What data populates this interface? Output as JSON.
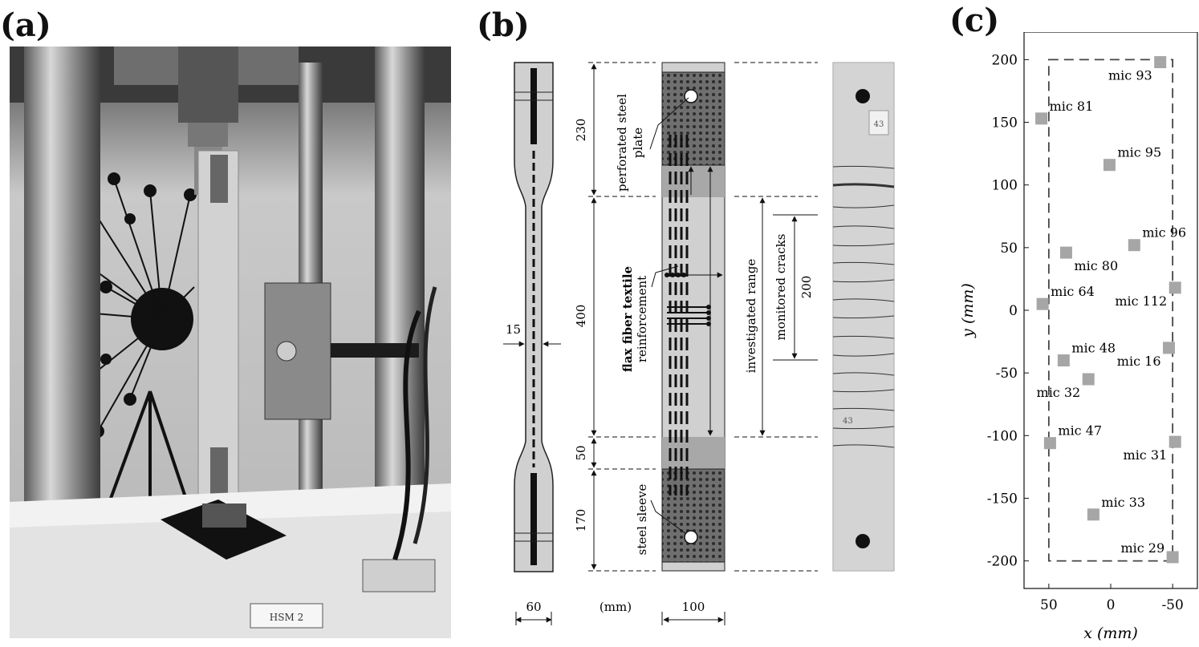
{
  "panels": {
    "a": {
      "label": "(a)",
      "photo_label": "HSM 2"
    },
    "b": {
      "label": "(b)",
      "dims": {
        "d230": "230",
        "d400": "400",
        "d50": "50",
        "d170": "170",
        "d15": "15",
        "d60": "60",
        "unit": "(mm)",
        "d100": "100",
        "d200": "200"
      },
      "annotations": {
        "perforated_1": "perforated steel",
        "perforated_2": "plate",
        "flax_1": "flax fiber textile",
        "flax_2": "reinforcement",
        "steel_sleeve": "steel sleeve",
        "investigated": "investigated range",
        "monitored": "monitored cracks",
        "specimen_mark_top": "43",
        "specimen_mark_mid": "43"
      }
    },
    "c": {
      "label": "(c)"
    }
  },
  "chart_data": {
    "type": "scatter",
    "xlabel": "x (mm)",
    "ylabel": "y (mm)",
    "xlim": [
      70,
      -70
    ],
    "ylim": [
      -222,
      222
    ],
    "xticks": [
      50,
      0,
      -50
    ],
    "xtick_labels": [
      "50",
      "0",
      "-50"
    ],
    "yticks": [
      200,
      150,
      100,
      50,
      0,
      -50,
      -100,
      -150,
      -200
    ],
    "ytick_labels": [
      "200",
      "150",
      "100",
      "50",
      "0",
      "-50",
      "-100",
      "-150",
      "-200"
    ],
    "grid": false,
    "reference_box": {
      "x": [
        50,
        -50
      ],
      "y": [
        -200,
        200
      ],
      "style": "dashed"
    },
    "marker": {
      "shape": "square",
      "color": "#a6a6a6"
    },
    "points": [
      {
        "label": "mic 93",
        "x": -40,
        "y": 198,
        "label_side": "below-left"
      },
      {
        "label": "mic 81",
        "x": 56,
        "y": 153,
        "label_side": "above-right"
      },
      {
        "label": "mic 95",
        "x": 1,
        "y": 116,
        "label_side": "above-right"
      },
      {
        "label": "mic 96",
        "x": -19,
        "y": 52,
        "label_side": "above-right"
      },
      {
        "label": "mic 80",
        "x": 36,
        "y": 46,
        "label_side": "below-right"
      },
      {
        "label": "mic 64",
        "x": 55,
        "y": 5,
        "label_side": "above-right"
      },
      {
        "label": "mic 112",
        "x": -52,
        "y": 18,
        "label_side": "below-left"
      },
      {
        "label": "mic 48",
        "x": 38,
        "y": -40,
        "label_side": "above-right"
      },
      {
        "label": "mic 16",
        "x": -47,
        "y": -30,
        "label_side": "below-left"
      },
      {
        "label": "mic 32",
        "x": 18,
        "y": -55,
        "label_side": "below-left"
      },
      {
        "label": "mic 47",
        "x": 49,
        "y": -106,
        "label_side": "above-right"
      },
      {
        "label": "mic 31",
        "x": -52,
        "y": -105,
        "label_side": "below-left"
      },
      {
        "label": "mic 33",
        "x": 14,
        "y": -163,
        "label_side": "above-right"
      },
      {
        "label": "mic 29",
        "x": -50,
        "y": -197,
        "label_side": "above-left"
      }
    ]
  }
}
